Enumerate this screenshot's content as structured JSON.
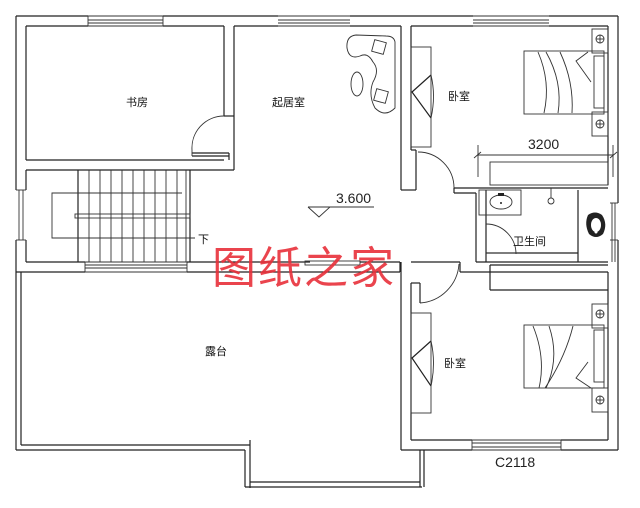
{
  "plan": {
    "rooms": [
      {
        "id": "study",
        "label": "书房"
      },
      {
        "id": "living",
        "label": "起居室"
      },
      {
        "id": "bedroom_top",
        "label": "卧室"
      },
      {
        "id": "bathroom",
        "label": "卫生间"
      },
      {
        "id": "terrace",
        "label": "露台"
      },
      {
        "id": "bedroom_bottom",
        "label": "卧室"
      }
    ],
    "stair_label": "下",
    "elevation": "3.600",
    "dimension": "3200",
    "window_tag": "C2118"
  },
  "watermark": {
    "text": "图纸之家",
    "color": "#e8303a"
  },
  "colors": {
    "line": "#222222",
    "background": "#ffffff"
  }
}
